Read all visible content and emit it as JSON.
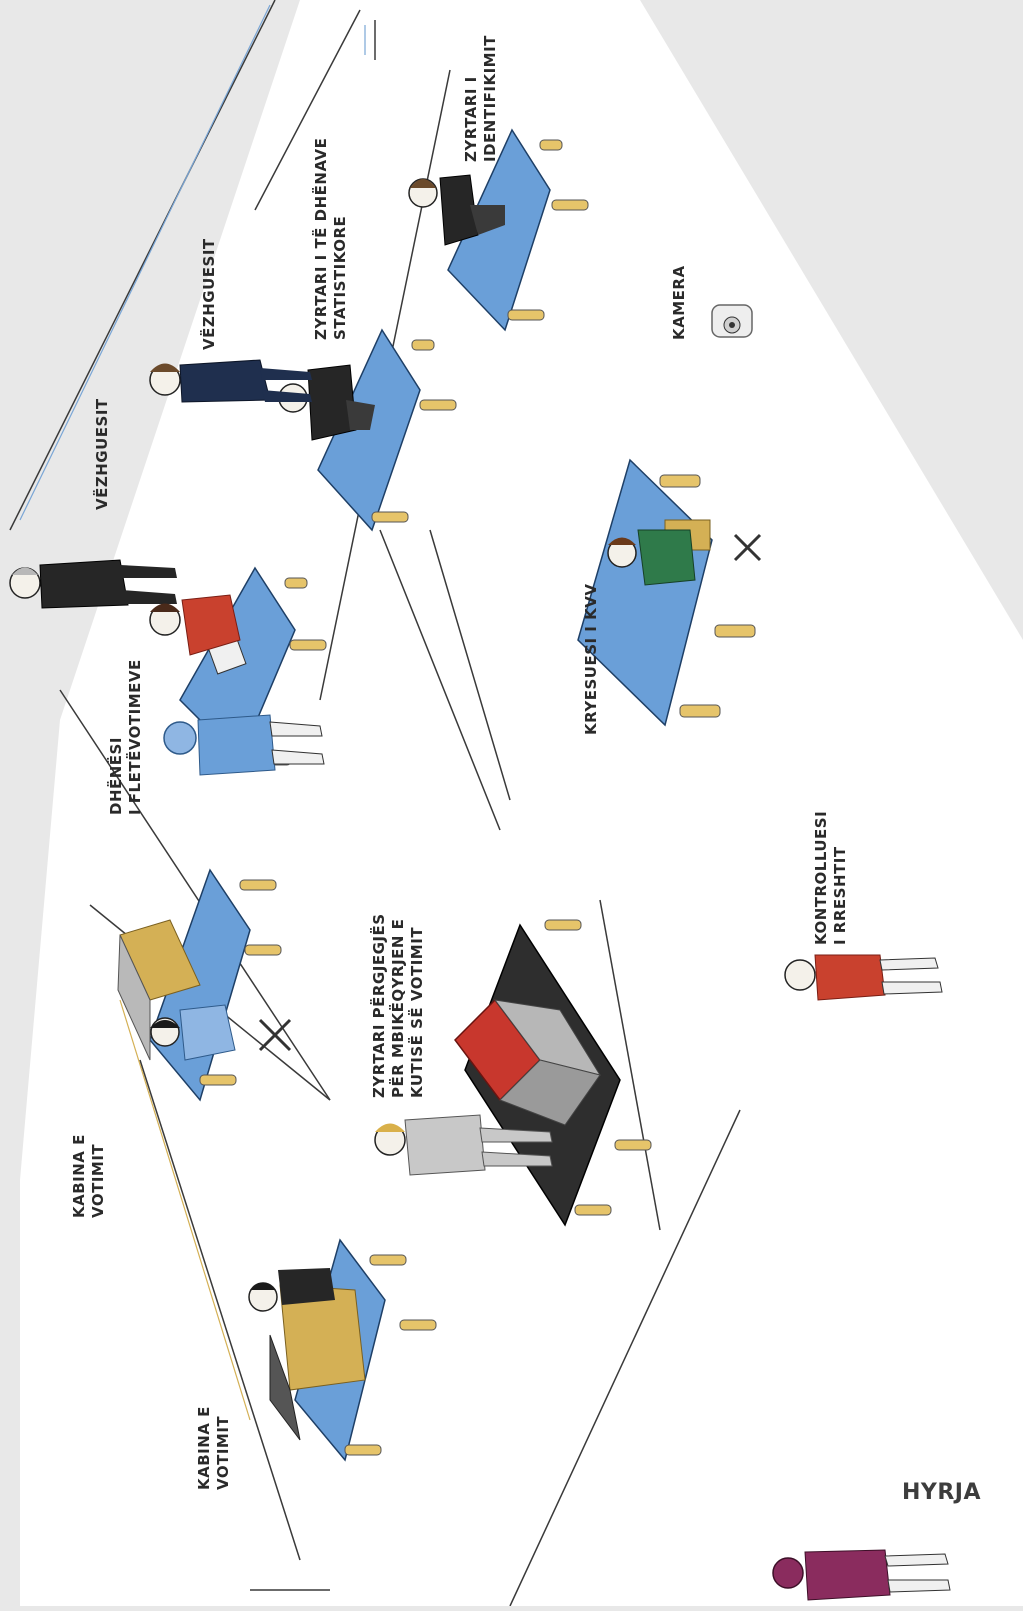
{
  "diagram": {
    "labels": {
      "vezhguesit_left": "VËZHGUESIT",
      "vezhguesit_right": "VËZHGUESIT",
      "zyrtari_statistikore": [
        "ZYRTARI I TË DHËNAVE",
        "STATISTIKORE"
      ],
      "zyrtari_identifikimit": [
        "ZYRTARI I",
        "IDENTIFIKIMIT"
      ],
      "kamera": "KAMERA",
      "dhenesi": [
        "DHËNËSI",
        "I FLETËVOTIMEVE"
      ],
      "kryesuesi": "KRYESUESI I KVV",
      "kabina_1": [
        "KABINA E",
        "VOTIMIT"
      ],
      "kabina_2": [
        "KABINA E",
        "VOTIMIT"
      ],
      "zyrtari_kutise": [
        "ZYRTARI PËRGJEGJËS",
        "PËR MBIKËQYRJEN E",
        "KUTISË SË VOTIMIT"
      ],
      "kontrolluesi": [
        "KONTROLLUESI",
        "I RRESHTIT"
      ],
      "hyrja": "HYRJA"
    },
    "colors": {
      "floor": "#ffffff",
      "background": "#e8e8e8",
      "table": "#6a9fd8",
      "table_dark": "#2e2e2e",
      "booth": "#d4b055",
      "legs": "#e6c46a",
      "ballot_box": "#c8372d",
      "accent_red": "#c9412e",
      "accent_green": "#2f7a4a",
      "accent_blue": "#8fb6e3",
      "person_dark": "#262626",
      "person_navy": "#1f2f4e",
      "person_purple": "#8a2c5e"
    },
    "icons": [
      "camera-icon"
    ]
  }
}
